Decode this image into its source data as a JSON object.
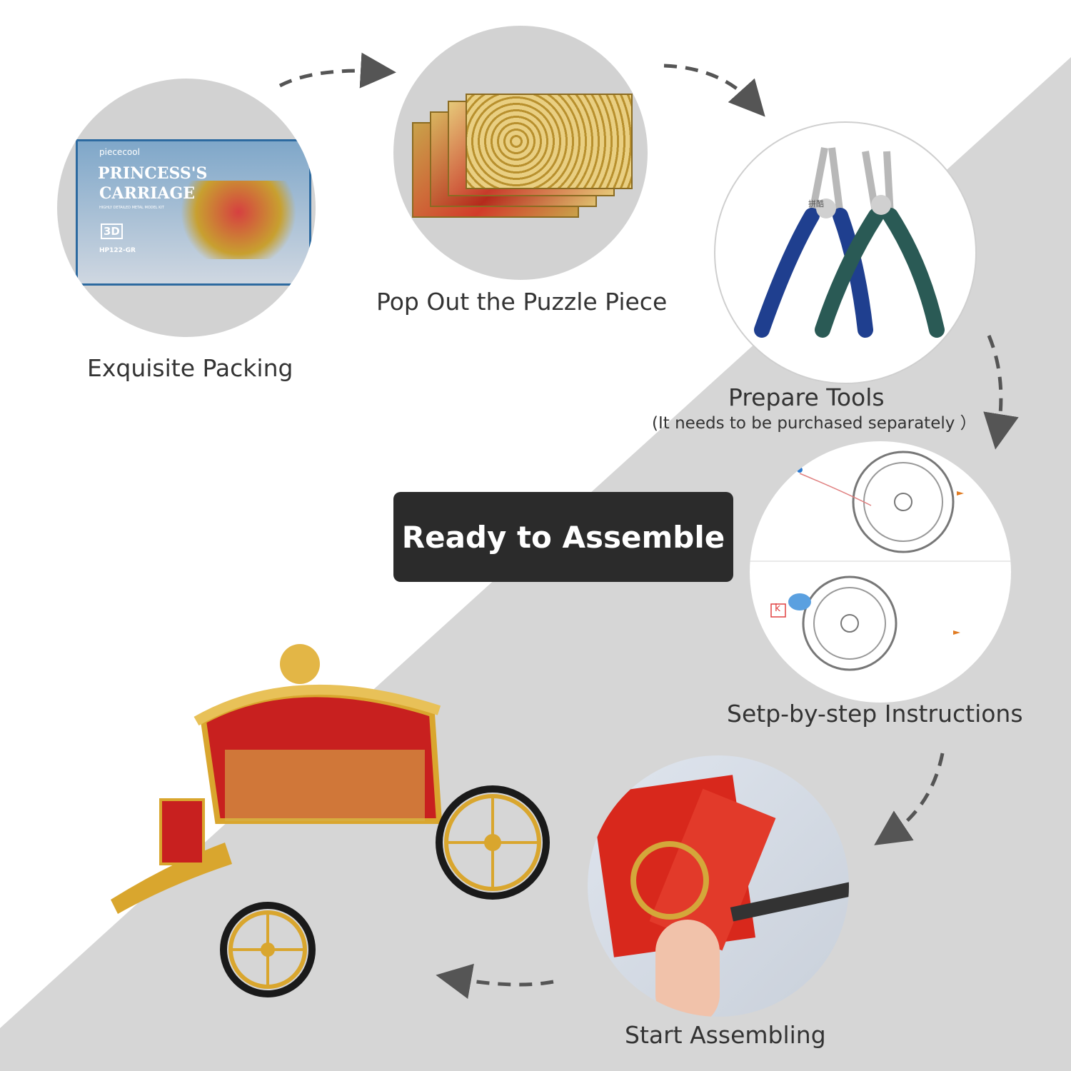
{
  "colors": {
    "background": "#ffffff",
    "diagonal_band": "#d6d6d6",
    "circle_fill": "#d2d2d2",
    "button_bg": "#2b2b2b",
    "button_text": "#ffffff",
    "caption_text": "#333333",
    "arrow_color": "#555555"
  },
  "steps": [
    {
      "id": "packing",
      "caption": "Exquisite Packing",
      "image_icon": "product-box-image"
    },
    {
      "id": "pieces",
      "caption": "Pop Out the Puzzle Piece",
      "image_icon": "metal-sheets-image"
    },
    {
      "id": "tools",
      "caption": "Prepare Tools",
      "note": "(It needs to be purchased separately ）",
      "image_icon": "pliers-image"
    },
    {
      "id": "instructions",
      "caption": "Setp-by-step Instructions",
      "image_icon": "instruction-diagram-image"
    },
    {
      "id": "assembling",
      "caption": "Start Assembling",
      "image_icon": "hands-assembling-image"
    }
  ],
  "packaging": {
    "brand": "piececool",
    "title_line1": "PRINCESS'S",
    "title_line2": "CARRIAGE",
    "subtitle": "HIGHLY DETAILED METAL MODEL KIT",
    "badge": "3D",
    "model_code": "HP122-GR"
  },
  "pliers": {
    "marking": "拼酷"
  },
  "instruction_label": "k",
  "cta": {
    "label": "Ready to Assemble"
  },
  "final_product_icon": "carriage-model-image"
}
